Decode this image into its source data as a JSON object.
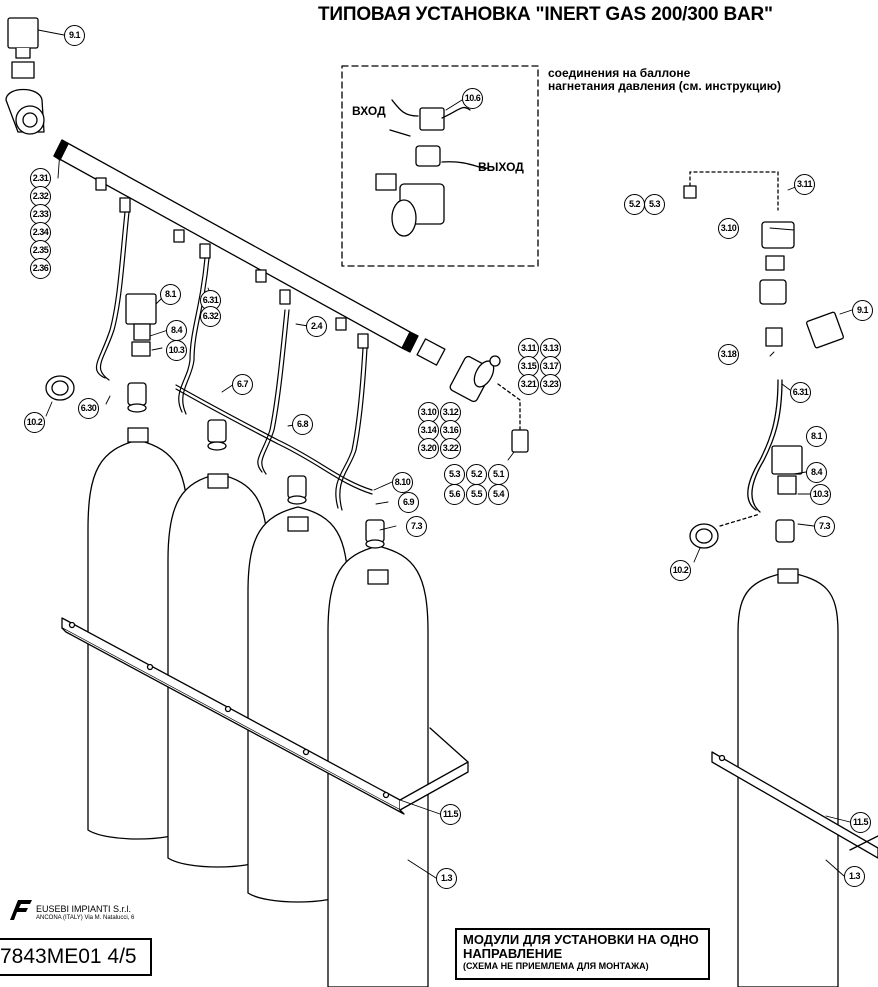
{
  "title": "ТИПОВАЯ УСТАНОВКА \"INERT GAS 200/300 BAR\"",
  "inset": {
    "note": "соединения на баллоне\nнагнетания давления (см. инструкцию)",
    "label_in": "ВХОД",
    "label_out": "ВЫХОД"
  },
  "callouts": [
    "9.1",
    "10.6",
    "2.31",
    "2.32",
    "2.33",
    "2.34",
    "2.35",
    "2.36",
    "8.1",
    "6.31",
    "6.32",
    "8.4",
    "10.3",
    "2.4",
    "6.7",
    "6.30",
    "10.2",
    "6.8",
    "8.10",
    "6.9",
    "7.3",
    "3.11",
    "3.13",
    "3.15",
    "3.17",
    "3.21",
    "3.23",
    "3.10",
    "3.12",
    "3.14",
    "3.16",
    "3.20",
    "3.22",
    "5.3",
    "5.2",
    "5.1",
    "5.6",
    "5.5",
    "5.4",
    "5.2",
    "5.3",
    "3.11",
    "3.10",
    "9.1",
    "3.18",
    "6.31",
    "8.1",
    "8.4",
    "10.3",
    "10.2",
    "7.3",
    "11.5",
    "1.3",
    "11.5",
    "1.3"
  ],
  "module_box": {
    "line1": "МОДУЛИ ДЛЯ УСТАНОВКИ НА ОДНО",
    "line2": "НАПРАВЛЕНИЕ",
    "line3": "(СХЕМА НЕ ПРИЕМЛЕМА ДЛЯ МОНТАЖА)"
  },
  "company": {
    "name": "EUSEBI IMPIANTI S.r.l.",
    "address": "ANCONA (ITALY) Via M. Natalucci, 6"
  },
  "doc_number": "7843ME01 4/5"
}
